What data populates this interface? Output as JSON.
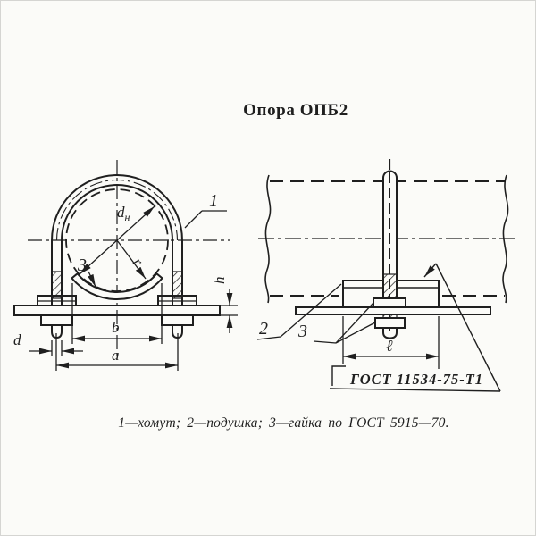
{
  "canvas": {
    "bg_color": "#fbfbf8",
    "ink_color": "#1f1f1f"
  },
  "title": "Опора ОПБ2",
  "front_view": {
    "part_label_1": "1",
    "dim_dn_main": "d",
    "dim_dn_sub": "н",
    "dim_r": "r",
    "part_label_3": "3",
    "dim_b": "b",
    "dim_a": "a",
    "dim_d": "d",
    "dim_h": "h"
  },
  "side_view": {
    "part_label_2": "2",
    "part_label_3": "3",
    "dim_l": "ℓ",
    "weld_note": "ГОСТ 11534-75-Т1"
  },
  "caption": "1—хомут; 2—подушка; 3—гайка по ГОСТ 5915—70."
}
